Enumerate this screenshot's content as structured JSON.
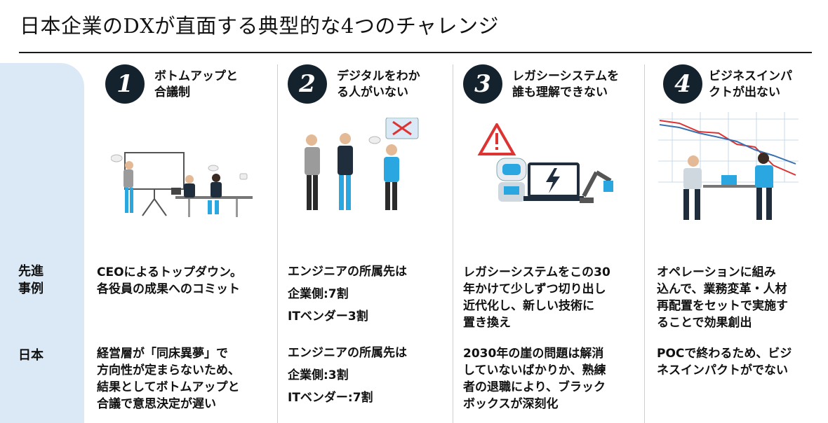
{
  "title": "日本企業のDXが直面する典型的な4つのチャレンジ",
  "row_labels": {
    "leading": "先進\n事例",
    "japan": "日本"
  },
  "columns": [
    {
      "number": "1",
      "heading": "ボトムアップと\n合議制",
      "illustration": "meeting-presentation-icon",
      "leading_case": "CEOによるトップダウン。\n各役員の成果へのコミット",
      "japan": "経営層が「同床異夢」で\n方向性が定まらないため、\n結果としてボトムアップと\n合議で意思決定が遅い"
    },
    {
      "number": "2",
      "heading": "デジタルをわか\nる人がいない",
      "illustration": "confused-people-icon",
      "leading_case": "エンジニアの所属先は\n企業側:7割\nITベンダー3割",
      "japan": "エンジニアの所属先は\n企業側:3割\nITベンダー:7割"
    },
    {
      "number": "3",
      "heading": "レガシーシステムを\n誰も理解できない",
      "illustration": "legacy-system-robot-icon",
      "leading_case": "レガシーシステムをこの30\n年かけて少しずつ切り出し\n近代化し、新しい技術に\n置き換え",
      "japan": "2030年の崖の問題は解消\nしていないばかりか、熟練\n者の退職により、ブラック\nボックスが深刻化"
    },
    {
      "number": "4",
      "heading": "ビジネスインパ\nクトが出ない",
      "illustration": "declining-chart-business-icon",
      "leading_case": "オペレーションに組み\n込んで、業務変革・人材\n再配置をセットで実施す\nることで効果創出",
      "japan": "POCで終わるため、ビジ\nネスインパクトがでない"
    }
  ],
  "colors": {
    "badge": "#14222e",
    "side_panel": "#dbe9f6",
    "accent_blue": "#2aa7e0"
  }
}
